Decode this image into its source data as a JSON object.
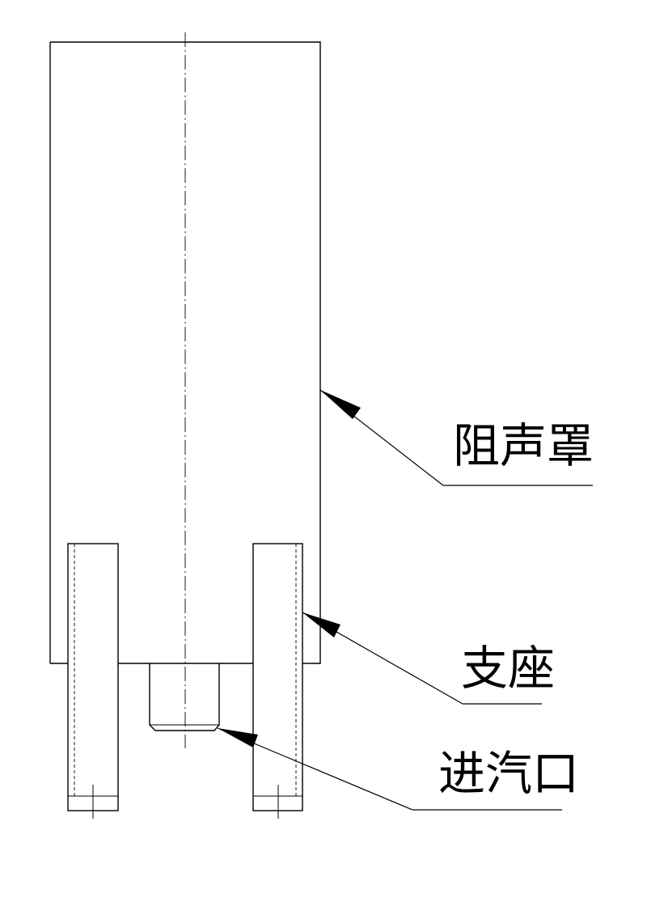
{
  "labels": {
    "muffler_cover": "阻声罩",
    "support": "支座",
    "steam_inlet": "进汽口"
  },
  "colors": {
    "line": "#000000",
    "background": "#ffffff"
  }
}
